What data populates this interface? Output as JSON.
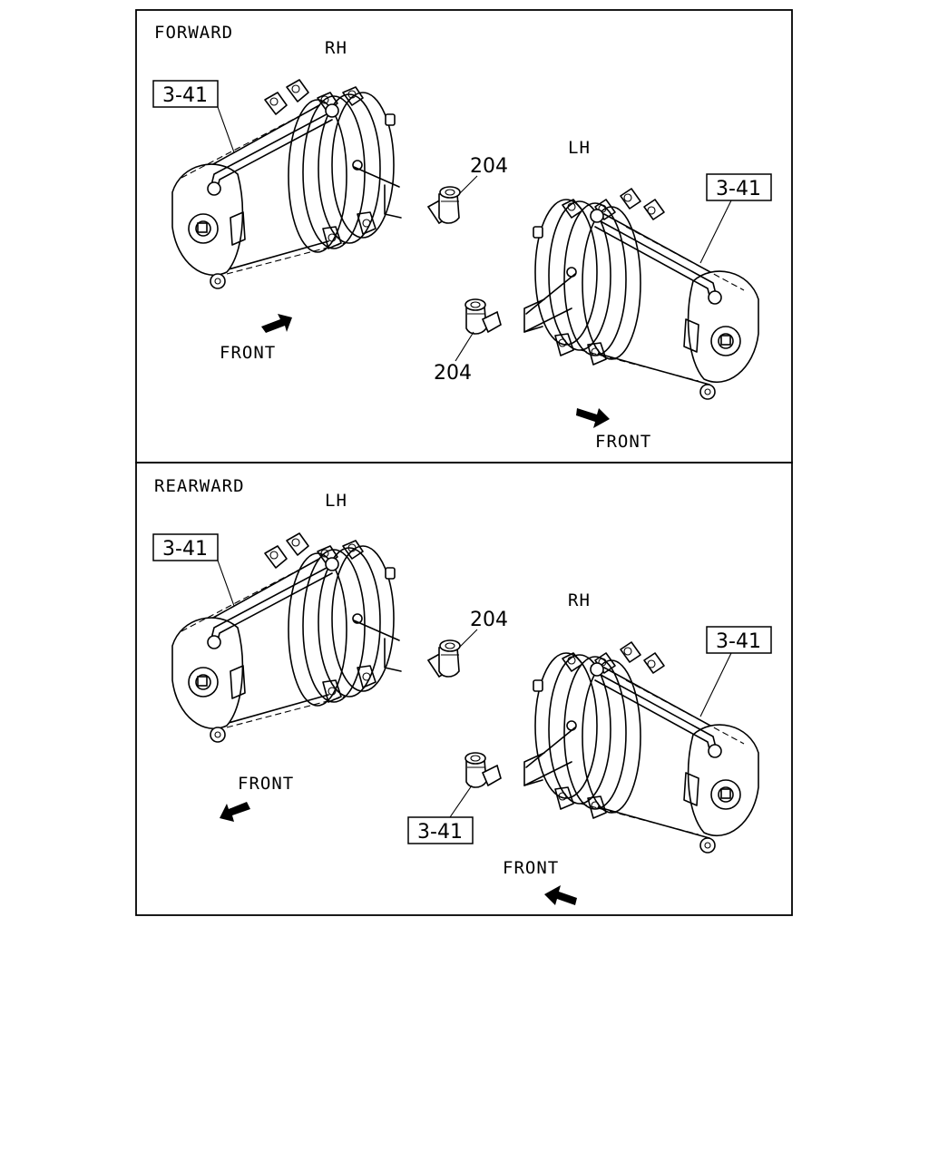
{
  "panels": [
    {
      "title": "FORWARD",
      "left_side": "RH",
      "right_side": "LH",
      "left_ref": "3-41",
      "right_ref": "3-41",
      "left_fitting": "204",
      "right_fitting": "204",
      "left_front": "FRONT",
      "right_front": "FRONT"
    },
    {
      "title": "REARWARD",
      "left_side": "LH",
      "right_side": "RH",
      "left_ref": "3-41",
      "right_ref": "3-41",
      "left_fitting": "204",
      "right_fitting": "3-41",
      "left_front": "FRONT",
      "right_front": "FRONT"
    }
  ],
  "icons": {
    "direction_arrow": "arrow-icon",
    "motor": "compressor-motor-icon",
    "fitting": "elbow-fitting-icon"
  }
}
